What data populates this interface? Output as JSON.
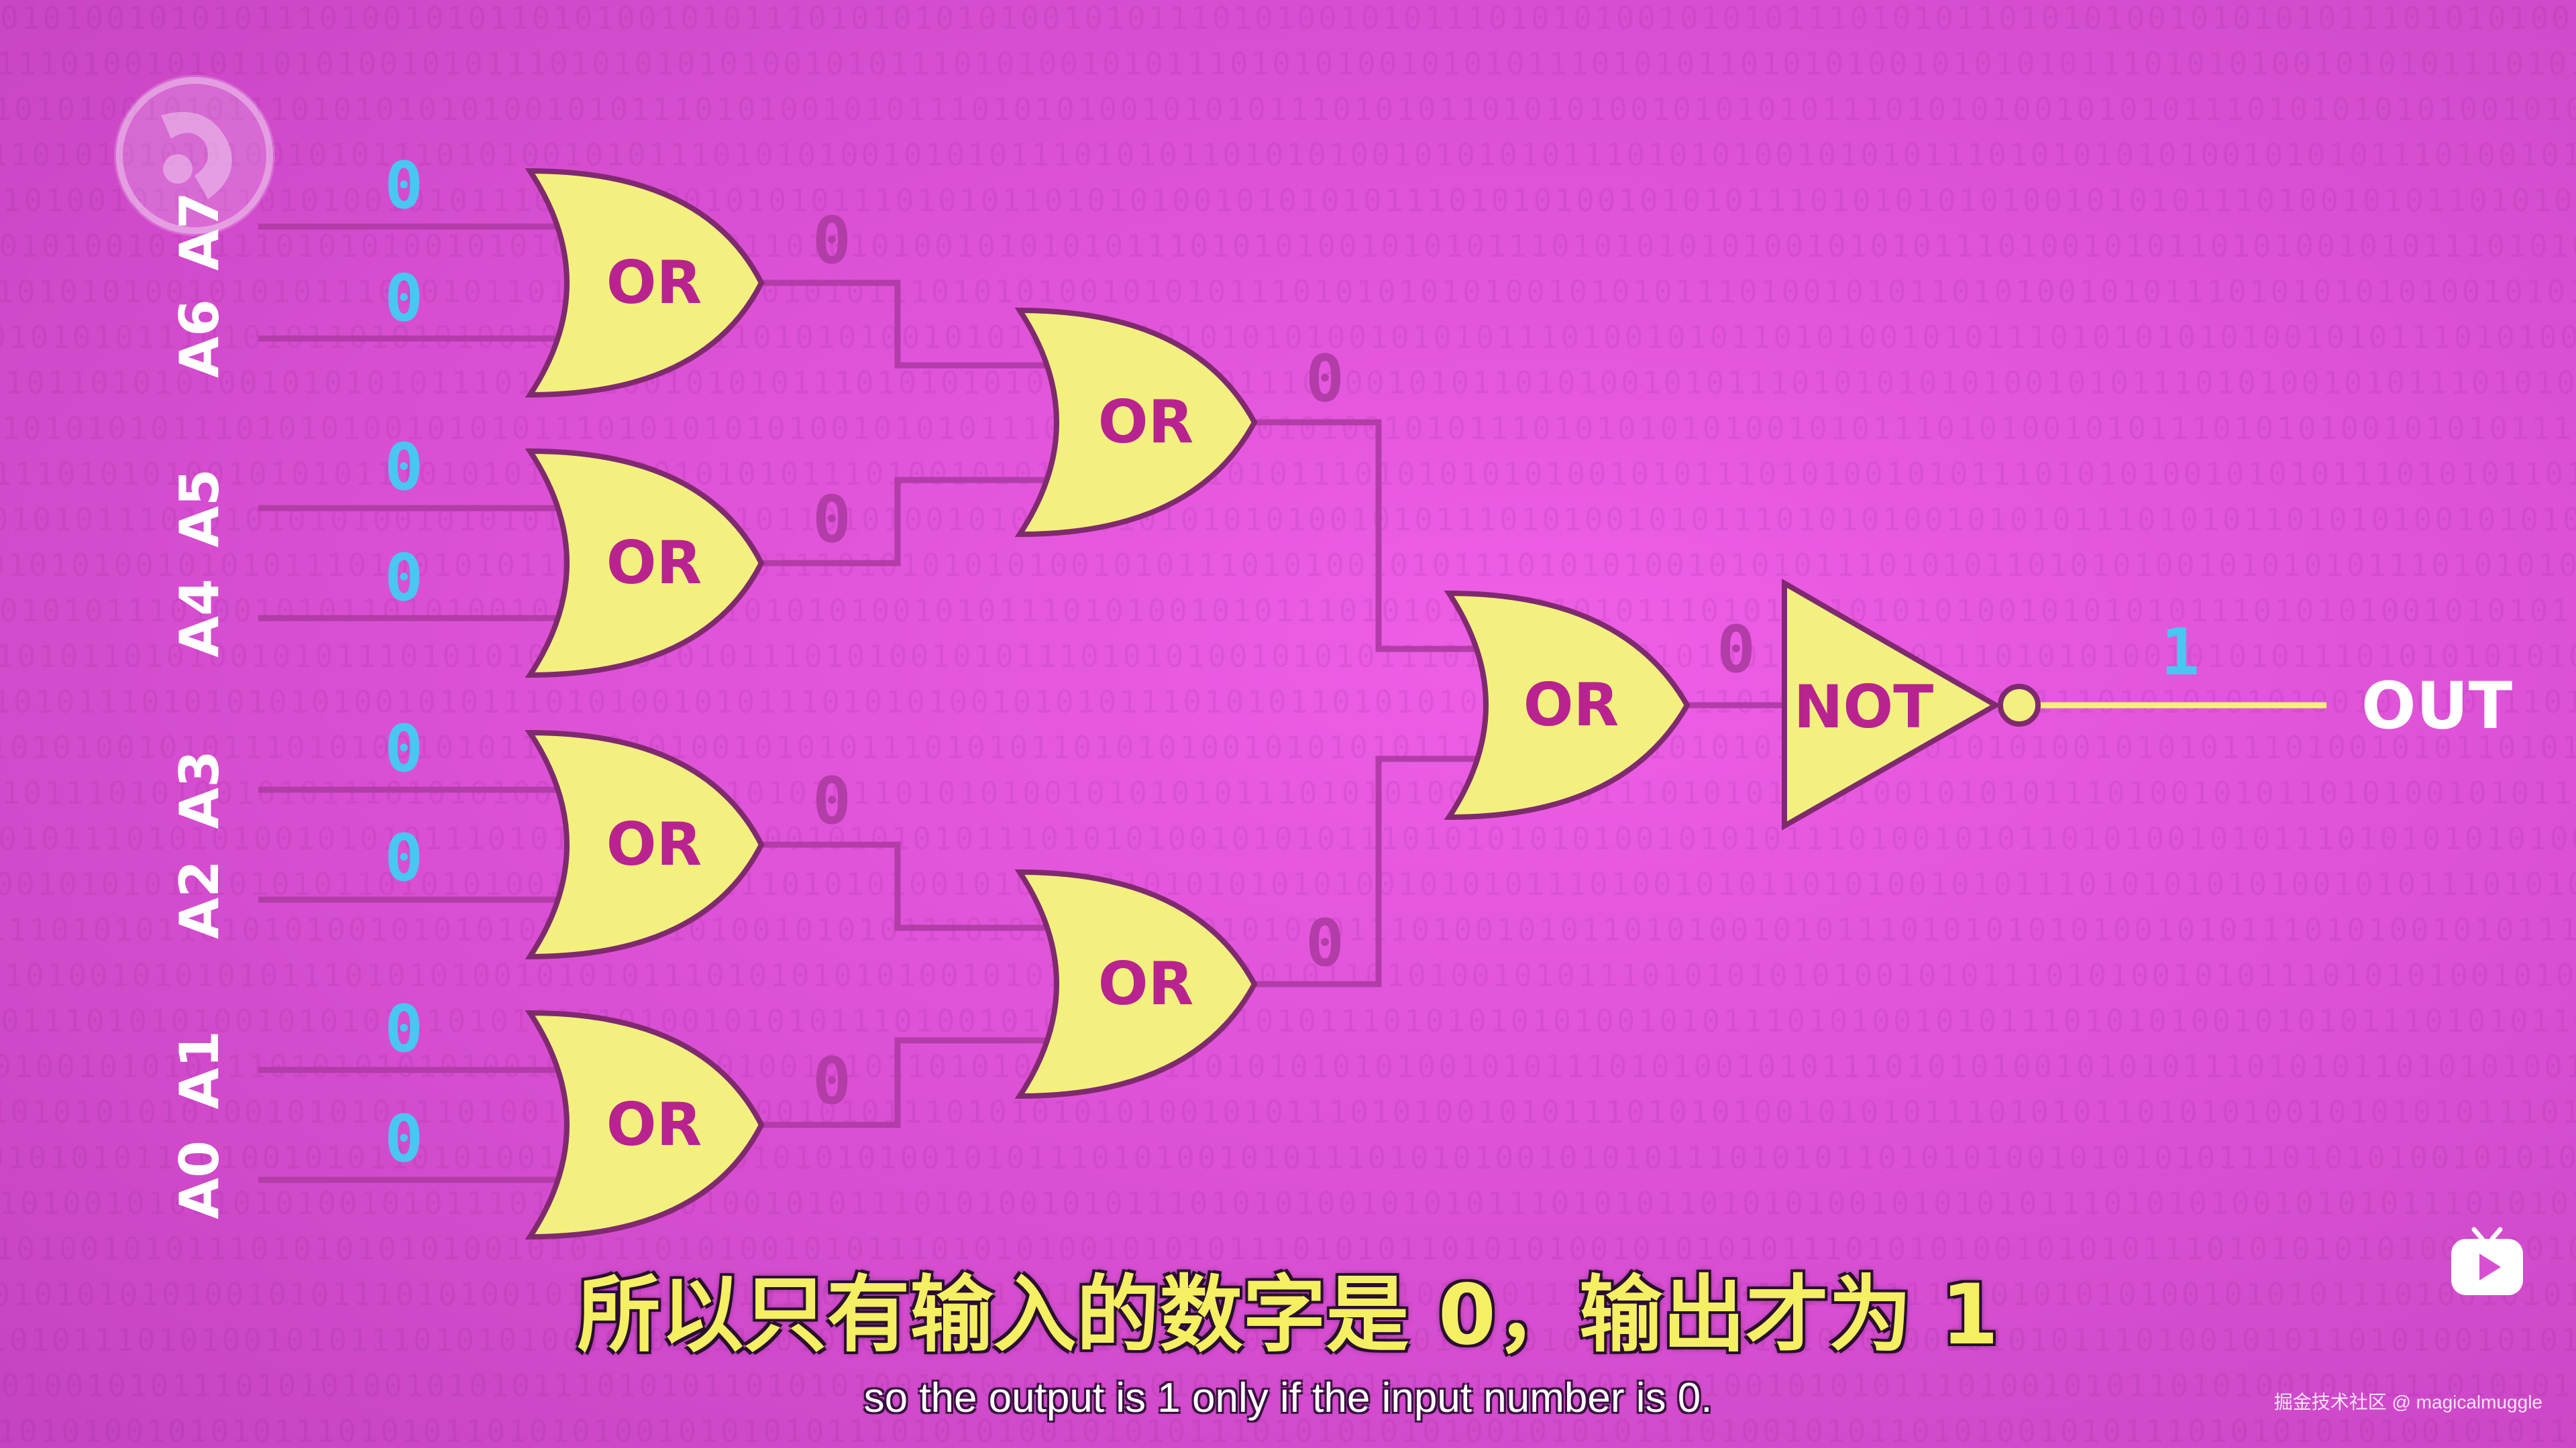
{
  "background_bits": "0101001010101110100101011010100101011101010101010010101110101001010111010101001010101110101011010101001010101011101010100101010111010101",
  "inputs": [
    {
      "label": "A7",
      "value": "0"
    },
    {
      "label": "A6",
      "value": "0"
    },
    {
      "label": "A5",
      "value": "0"
    },
    {
      "label": "A4",
      "value": "0"
    },
    {
      "label": "A3",
      "value": "0"
    },
    {
      "label": "A2",
      "value": "0"
    },
    {
      "label": "A1",
      "value": "0"
    },
    {
      "label": "A0",
      "value": "0"
    }
  ],
  "gates": {
    "or_label": "OR",
    "not_label": "NOT"
  },
  "wire_values": {
    "or1_out": "0",
    "or2_out": "0",
    "or3_out": "0",
    "or4_out": "0",
    "or5_out": "0",
    "or6_out": "0",
    "or7_out": "0",
    "not_out": "1"
  },
  "output_label": "OUT",
  "subtitles": {
    "chinese": "所以只有输入的数字是 0，输出才为 1",
    "english": "so the output is 1 only if the input number is 0."
  },
  "watermark": "掘金技术社区 @ magicalmuggle",
  "icons": {
    "logo": "pbs-logo",
    "player": "bilibili-tv-icon"
  },
  "colors": {
    "background": "#e056da",
    "gate_fill": "#f3f080",
    "wire": "#b23ca8",
    "input_value": "#49c6f2",
    "subtitle": "#f5ef63"
  }
}
